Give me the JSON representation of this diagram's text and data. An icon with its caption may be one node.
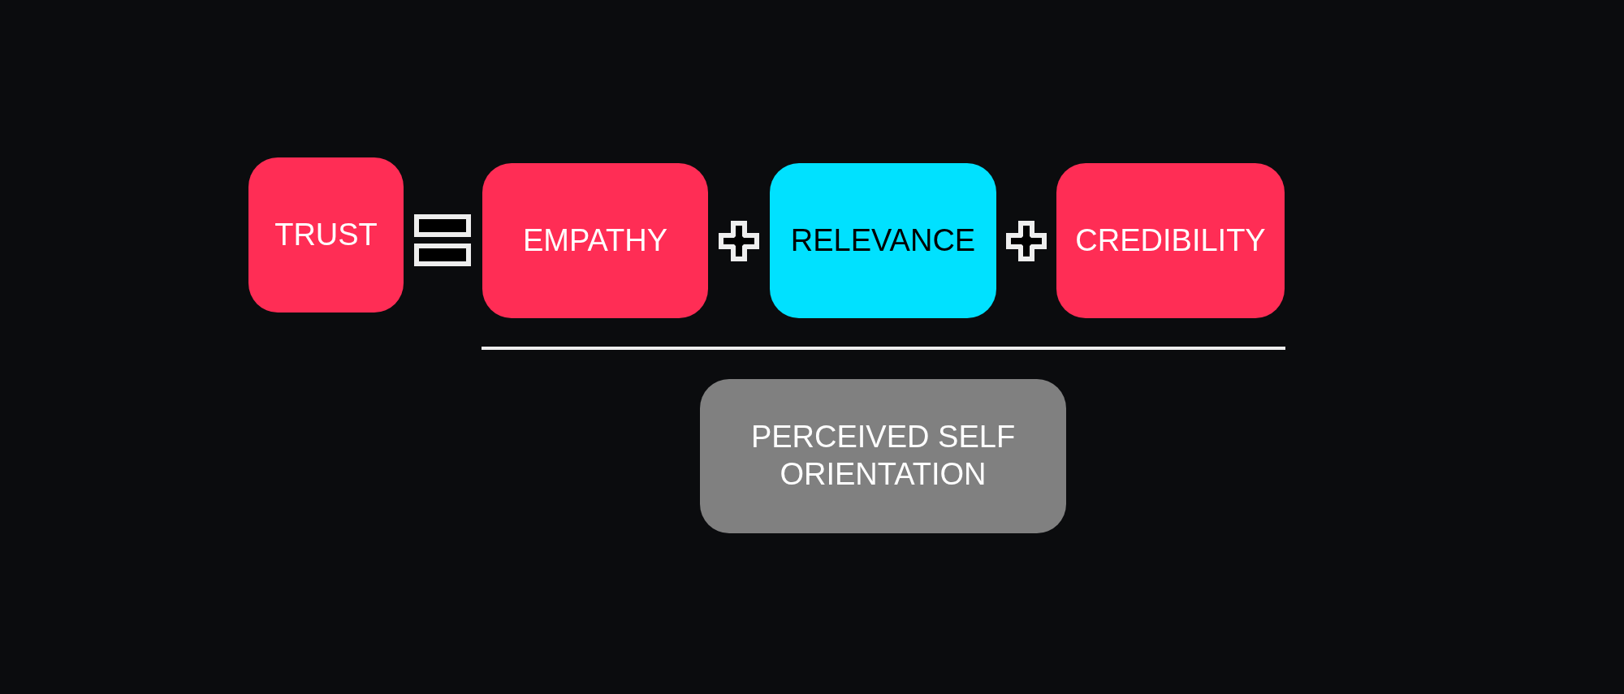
{
  "diagram": {
    "nodes": [
      {
        "text": [
          "TRUST"
        ]
      },
      {
        "text": [
          "EMPATHY"
        ]
      },
      {
        "text": [
          "RELEVANCE"
        ]
      },
      {
        "text": [
          "CREDIBILITY"
        ]
      },
      {
        "text": [
          "PERCEIVED SELF ORIENTATION"
        ]
      }
    ]
  }
}
